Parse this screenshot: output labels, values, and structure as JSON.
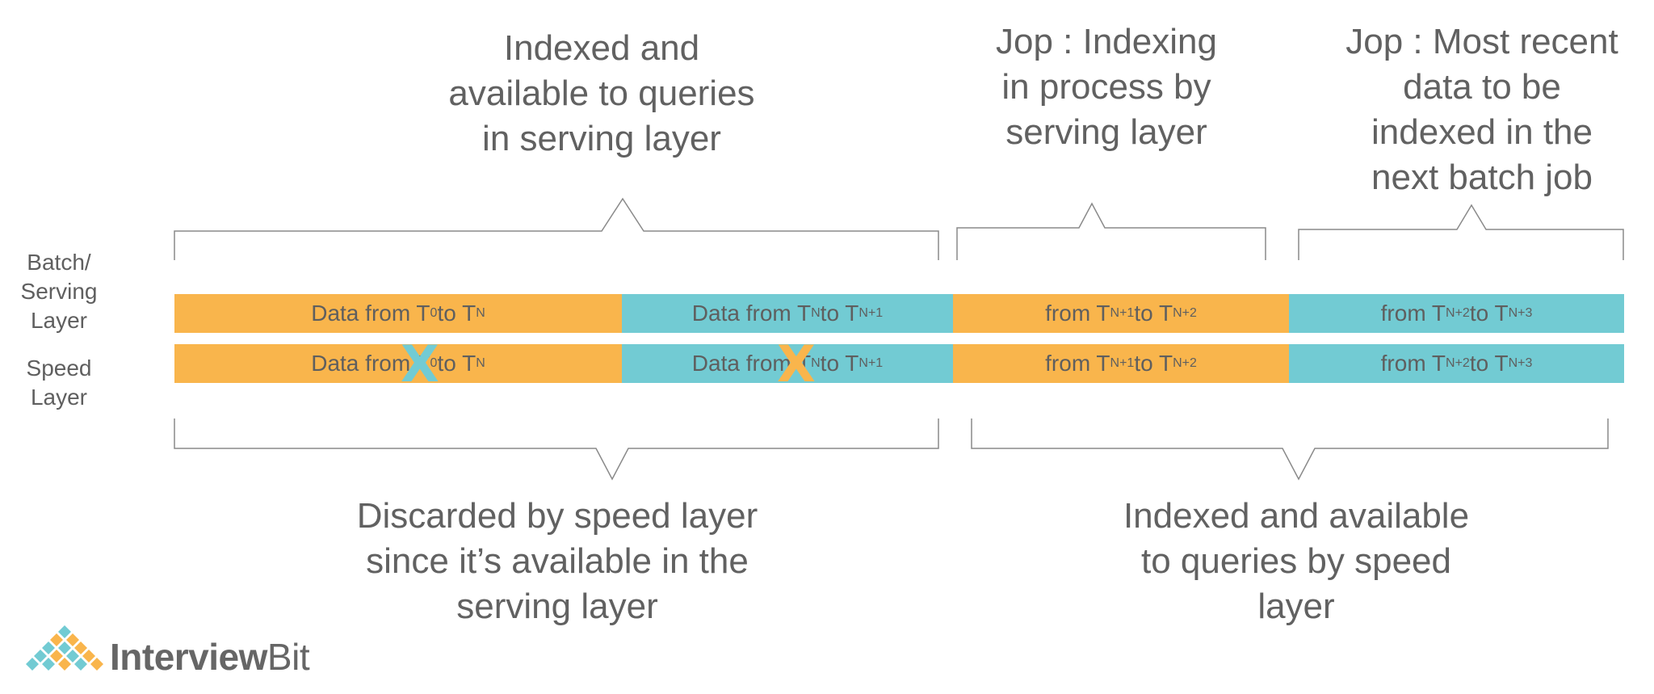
{
  "colors": {
    "orange": "#F9B54C",
    "teal": "#72CBD3",
    "text": "#5F5F5F",
    "line": "#8A8A8A"
  },
  "top_annotations": [
    "Indexed and\navailable to queries\nin serving layer",
    "Jop : Indexing\nin process by\nserving layer",
    "Jop : Most recent\ndata to be\nindexed in the\nnext batch job"
  ],
  "bottom_annotations": [
    "Discarded by speed layer\nsince it’s available in the\nserving layer",
    "Indexed and available\nto queries by speed\nlayer"
  ],
  "row_labels": {
    "batch": "Batch/\nServing\nLayer",
    "speed": "Speed\nLayer"
  },
  "batch_row": [
    {
      "pre": "Data from T",
      "s1": "0",
      "mid": " to T",
      "s2": "N",
      "color": "orange"
    },
    {
      "pre": "Data from T",
      "s1": "N",
      "mid": " to T",
      "s2": "N+1",
      "color": "teal"
    },
    {
      "pre": "from T",
      "s1": "N+1",
      "mid": " to T",
      "s2": "N+2",
      "color": "orange"
    },
    {
      "pre": "from T",
      "s1": "N+2",
      "mid": " to T",
      "s2": "N+3",
      "color": "teal"
    }
  ],
  "speed_row": [
    {
      "pre": "Data from T",
      "s1": "0",
      "mid": " to T",
      "s2": "N",
      "color": "orange",
      "crossed": true
    },
    {
      "pre": "Data from T",
      "s1": "N",
      "mid": " to T",
      "s2": "N+1",
      "color": "teal",
      "crossed": true
    },
    {
      "pre": "from T",
      "s1": "N+1",
      "mid": " to T",
      "s2": "N+2",
      "color": "orange"
    },
    {
      "pre": "from T",
      "s1": "N+2",
      "mid": " to T",
      "s2": "N+3",
      "color": "teal"
    }
  ],
  "cross_mark": "X",
  "logo": {
    "part1": "Interview",
    "part2": "Bit"
  }
}
